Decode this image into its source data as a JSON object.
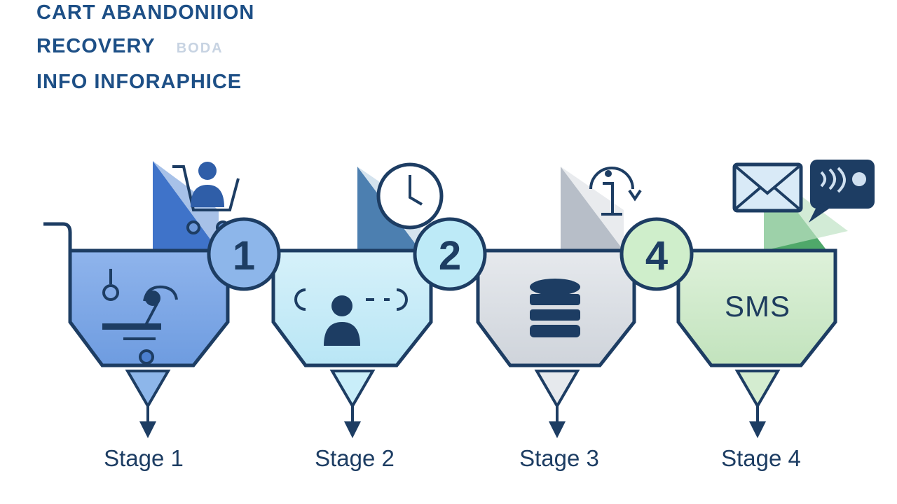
{
  "title": {
    "line1": "CART ABANDONIION",
    "line2": "RECOVERY",
    "line2_ghost": "BODA",
    "line3": "INFO  INFORAPHICE"
  },
  "stages": [
    {
      "label": "Stage 1",
      "badge": "1",
      "color": "#7fa8e6",
      "icon": "shopping-cart-icon"
    },
    {
      "label": "Stage 2",
      "badge": "2",
      "color": "#c6ebf7",
      "icon": "user-profile-icon"
    },
    {
      "label": "Stage 3",
      "badge": "",
      "color": "#d9dde3",
      "icon": "database-icon"
    },
    {
      "label": "Stage 4",
      "badge": "4",
      "color": "#cfe8cc",
      "icon": "sms-text",
      "text": "SMS"
    }
  ],
  "top_icons": [
    "cart-user-icon",
    "clock-icon",
    "info-icon",
    "envelope-icon",
    "chat-icon"
  ],
  "colors": {
    "outline": "#1d3d63",
    "badge_blue": "#8db6ea",
    "badge_cyan": "#bdeaf7",
    "badge_green": "#cfeecb",
    "accent_blue": "#3f73c9",
    "accent_green": "#4fa86a"
  }
}
